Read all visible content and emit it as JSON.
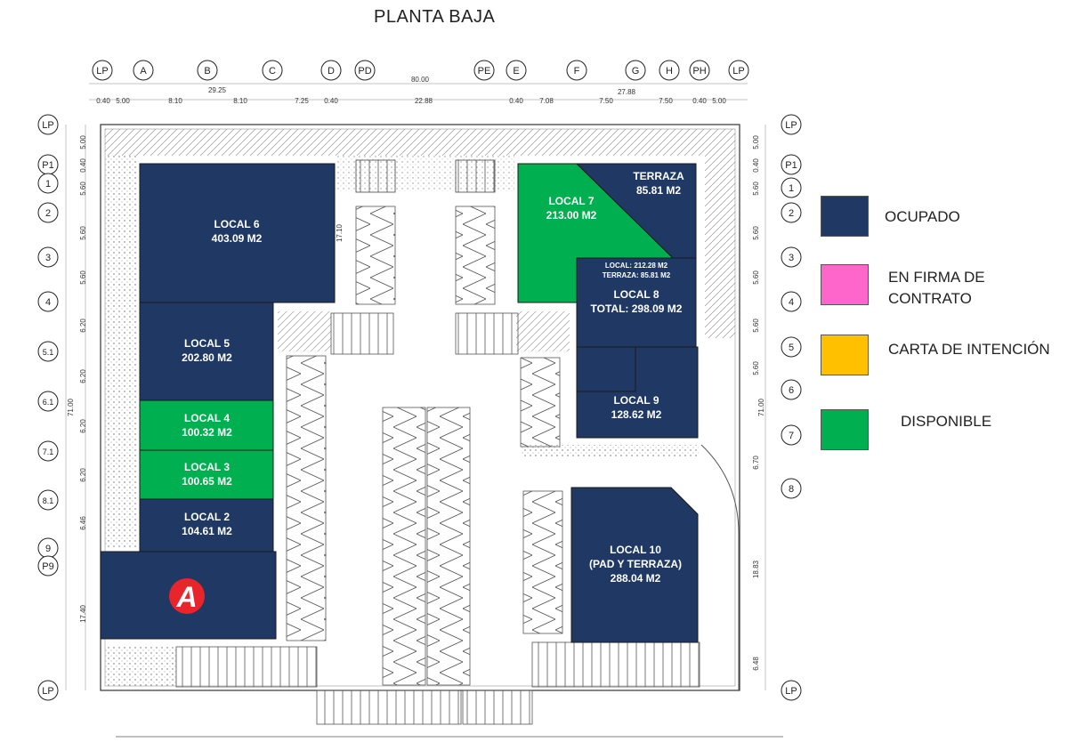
{
  "title": "PLANTA BAJA",
  "colors": {
    "ocupado": "#1f3864",
    "firma": "#ff66cc",
    "carta": "#ffc000",
    "disponible": "#00b050"
  },
  "legend": [
    {
      "status": "ocupado",
      "label": "OCUPADO"
    },
    {
      "status": "firma",
      "label": "EN FIRMA DE\nCONTRATO"
    },
    {
      "status": "carta",
      "label": "CARTA DE INTENCIÓN"
    },
    {
      "status": "disponible",
      "label": "DISPONIBLE"
    }
  ],
  "units": [
    {
      "id": "local-6",
      "status": "ocupado",
      "name": "LOCAL 6",
      "area": "403.09 M2"
    },
    {
      "id": "local-5",
      "status": "ocupado",
      "name": "LOCAL 5",
      "area": "202.80 M2"
    },
    {
      "id": "local-4",
      "status": "disponible",
      "name": "LOCAL 4",
      "area": "100.32 M2"
    },
    {
      "id": "local-3",
      "status": "disponible",
      "name": "LOCAL 3",
      "area": "100.65 M2"
    },
    {
      "id": "local-2",
      "status": "ocupado",
      "name": "LOCAL 2",
      "area": "104.61 M2"
    },
    {
      "id": "local-7",
      "status": "disponible",
      "name": "LOCAL 7",
      "area": "213.00 M2"
    },
    {
      "id": "terraza",
      "status": "ocupado",
      "name": "TERRAZA",
      "area": "85.81 M2"
    },
    {
      "id": "local-8",
      "status": "ocupado",
      "name": "LOCAL 8",
      "area": "TOTAL: 298.09 M2",
      "detail": [
        "LOCAL: 212.28 M2",
        "TERRAZA: 85.81 M2"
      ]
    },
    {
      "id": "local-9",
      "status": "ocupado",
      "name": "LOCAL 9",
      "area": "128.62 M2"
    },
    {
      "id": "local-10",
      "status": "ocupado",
      "name": "LOCAL 10",
      "subtitle": "(PAD Y TERRAZA)",
      "area": "288.04 M2"
    },
    {
      "id": "anchor",
      "status": "ocupado",
      "logo_text": "A"
    }
  ],
  "grid_top": [
    "LP",
    "A",
    "B",
    "C",
    "D",
    "PD",
    "PE",
    "E",
    "F",
    "G",
    "H",
    "PH",
    "LP"
  ],
  "grid_left": [
    "LP",
    "P1",
    "1",
    "2",
    "3",
    "4",
    "5.1",
    "6.1",
    "7.1",
    "8.1",
    "9",
    "P9",
    "LP"
  ],
  "grid_right": [
    "LP",
    "P1",
    "1",
    "2",
    "3",
    "4",
    "5",
    "6",
    "7",
    "8",
    "LP"
  ],
  "dims_top_total": "80.00",
  "dims_top_left_total": "29.25",
  "dims_top_right_total": "27.88",
  "dims_top": [
    "0.40",
    "5.00",
    "8.10",
    "8.10",
    "7.25",
    "0.40",
    "22.88",
    "0.40",
    "7.08",
    "7.50",
    "7.50",
    "0.40",
    "5.00"
  ],
  "dims_left": [
    "5.00",
    "0.40",
    "5.60",
    "5.60",
    "5.60",
    "6.20",
    "6.20",
    "6.20",
    "6.20",
    "6.46",
    "17.40"
  ],
  "dims_left_total": "71.00",
  "dims_left_mid": "17.10",
  "dims_right": [
    "5.00",
    "0.40",
    "5.60",
    "5.60",
    "5.60",
    "5.60",
    "5.60",
    "6.70",
    "18.83",
    "6.48"
  ],
  "dims_right_total": "71.00"
}
